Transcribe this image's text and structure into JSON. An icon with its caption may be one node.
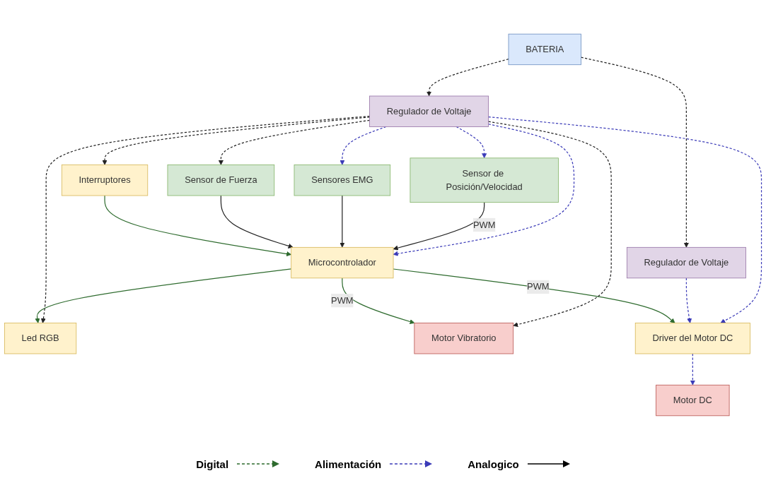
{
  "diagram": {
    "nodes": [
      {
        "text": [
          "Interruptores"
        ]
      },
      {
        "text": [
          "Led RGB"
        ]
      },
      {
        "text": [
          "Motor Vibratorio"
        ]
      },
      {
        "text": [
          "Microcontrolador"
        ]
      },
      {
        "text": [
          "Sensor de Fuerza"
        ]
      },
      {
        "text": [
          "Driver del Motor DC"
        ]
      },
      {
        "text": [
          "Sensor de Posición/Velocidad"
        ]
      },
      {
        "text": [
          "Sensores EMG"
        ]
      },
      {
        "text": [
          "Motor DC"
        ]
      },
      {
        "text": [
          "Regulador de Voltaje"
        ]
      },
      {
        "text": [
          "Regulador de Voltaje"
        ]
      },
      {
        "text": [
          "BATERIA"
        ]
      }
    ],
    "edges": [
      {
        "from": 0,
        "to": 3,
        "arrow": "to",
        "color": "#2e6b2e"
      },
      {
        "from": 3,
        "to": 1,
        "arrow": "to",
        "color": "#2e6b2e"
      },
      {
        "from": 3,
        "to": 2,
        "arrow": "to",
        "label": "PWM",
        "color": "#2e6b2e"
      },
      {
        "from": 3,
        "to": 5,
        "arrow": "to",
        "label": "PWM",
        "color": "#2e6b2e"
      },
      {
        "from": 4,
        "to": 3,
        "arrow": "to"
      },
      {
        "from": 7,
        "to": 3,
        "arrow": "to"
      },
      {
        "from": 6,
        "to": 3,
        "arrow": "to",
        "label": "PWM"
      },
      {
        "from": 5,
        "to": 8,
        "arrow": "to",
        "style": "dashed",
        "color": "#3b3bb8"
      },
      {
        "from": 9,
        "to": 5,
        "arrow": "to",
        "style": "dashed",
        "color": "#3b3bb8"
      },
      {
        "from": 11,
        "to": 9,
        "arrow": "to",
        "style": "dashed"
      },
      {
        "from": 11,
        "to": 10,
        "arrow": "to",
        "style": "dashed"
      },
      {
        "from": 10,
        "to": 5,
        "arrow": "to",
        "style": "dashed",
        "color": "#3b3bb8"
      },
      {
        "from": 10,
        "to": 3,
        "arrow": "to",
        "style": "dashed",
        "color": "#3b3bb8"
      },
      {
        "from": 10,
        "to": 6,
        "arrow": "to",
        "style": "dashed",
        "color": "#3b3bb8"
      },
      {
        "from": 10,
        "to": 7,
        "arrow": "to",
        "style": "dashed",
        "color": "#3b3bb8"
      },
      {
        "from": 10,
        "to": 4,
        "arrow": "to",
        "style": "dashed"
      },
      {
        "from": 10,
        "to": 1,
        "arrow": "to",
        "style": "dashed"
      },
      {
        "from": 10,
        "to": 0,
        "arrow": "to",
        "style": "dashed"
      },
      {
        "from": 10,
        "to": 2,
        "arrow": "to",
        "style": "dashed"
      }
    ],
    "legend": [
      {
        "text": "Digital"
      },
      {
        "text": "Alimentación"
      },
      {
        "text": "Analogico"
      }
    ]
  }
}
